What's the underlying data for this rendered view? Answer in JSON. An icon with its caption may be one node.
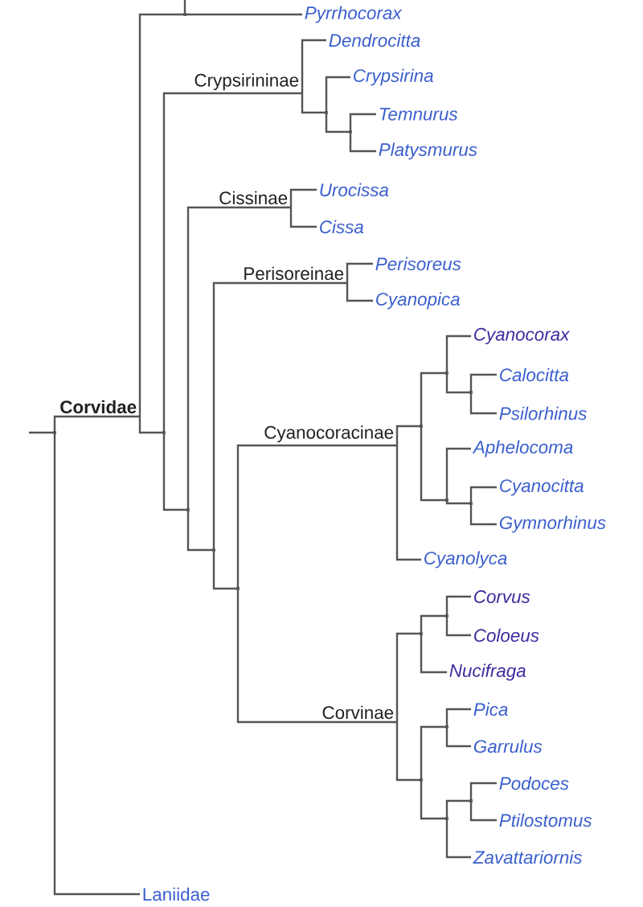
{
  "diagram": {
    "nodes": [
      {
        "text": [],
        "shape": "point"
      },
      {
        "text": [
          "Corvidae"
        ]
      },
      {
        "text": [],
        "shape": "point"
      },
      {
        "text": [
          "Pyrrhocorax"
        ]
      },
      {
        "text": [],
        "shape": "point"
      },
      {
        "text": [
          "Crypsirininae"
        ]
      },
      {
        "text": [
          "Dendrocitta"
        ]
      },
      {
        "text": [],
        "shape": "point"
      },
      {
        "text": [
          "Crypsirina"
        ]
      },
      {
        "text": [],
        "shape": "point"
      },
      {
        "text": [
          "Temnurus"
        ]
      },
      {
        "text": [
          "Platysmurus"
        ]
      },
      {
        "text": [],
        "shape": "point"
      },
      {
        "text": [
          "Cissinae"
        ]
      },
      {
        "text": [
          "Urocissa"
        ]
      },
      {
        "text": [
          "Cissa"
        ]
      },
      {
        "text": [],
        "shape": "point"
      },
      {
        "text": [
          "Perisoreinae"
        ]
      },
      {
        "text": [
          "Perisoreus"
        ]
      },
      {
        "text": [
          "Cyanopica"
        ]
      },
      {
        "text": [],
        "shape": "point"
      },
      {
        "text": [
          "Cyanocoracinae"
        ]
      },
      {
        "text": [],
        "shape": "point"
      },
      {
        "text": [],
        "shape": "point"
      },
      {
        "text": [
          "Cyanocorax"
        ]
      },
      {
        "text": [],
        "shape": "point"
      },
      {
        "text": [
          "Calocitta"
        ]
      },
      {
        "text": [
          "Psilorhinus"
        ]
      },
      {
        "text": [],
        "shape": "point"
      },
      {
        "text": [
          "Aphelocoma"
        ]
      },
      {
        "text": [],
        "shape": "point"
      },
      {
        "text": [
          "Cyanocitta"
        ]
      },
      {
        "text": [
          "Gymnorhinus"
        ]
      },
      {
        "text": [
          "Cyanolyca"
        ]
      },
      {
        "text": [
          "Corvinae"
        ]
      },
      {
        "text": [],
        "shape": "point"
      },
      {
        "text": [],
        "shape": "point"
      },
      {
        "text": [
          "Corvus"
        ]
      },
      {
        "text": [
          "Coloeus"
        ]
      },
      {
        "text": [
          "Nucifraga"
        ]
      },
      {
        "text": [],
        "shape": "point"
      },
      {
        "text": [],
        "shape": "point"
      },
      {
        "text": [
          "Pica"
        ]
      },
      {
        "text": [
          "Garrulus"
        ]
      },
      {
        "text": [],
        "shape": "point"
      },
      {
        "text": [],
        "shape": "point"
      },
      {
        "text": [
          "Podoces"
        ]
      },
      {
        "text": [
          "Ptilostomus"
        ]
      },
      {
        "text": [
          "Zavattariornis"
        ]
      },
      {
        "text": [
          "Laniidae"
        ]
      }
    ],
    "edges": [
      {
        "from": null,
        "to": 0,
        "arrow": "none"
      },
      {
        "from": 0,
        "to": 1,
        "arrow": "none"
      },
      {
        "from": 0,
        "to": 49,
        "arrow": "none"
      },
      {
        "from": 1,
        "to": 2,
        "arrow": "none"
      },
      {
        "from": 1,
        "to": 4,
        "arrow": "none"
      },
      {
        "from": 2,
        "to": null,
        "arrow": "none"
      },
      {
        "from": 2,
        "to": 3,
        "arrow": "none"
      },
      {
        "from": 4,
        "to": 5,
        "arrow": "none"
      },
      {
        "from": 4,
        "to": 12,
        "arrow": "none"
      },
      {
        "from": 5,
        "to": 6,
        "arrow": "none"
      },
      {
        "from": 5,
        "to": 7,
        "arrow": "none"
      },
      {
        "from": 7,
        "to": 8,
        "arrow": "none"
      },
      {
        "from": 7,
        "to": 9,
        "arrow": "none"
      },
      {
        "from": 9,
        "to": 10,
        "arrow": "none"
      },
      {
        "from": 9,
        "to": 11,
        "arrow": "none"
      },
      {
        "from": 12,
        "to": 13,
        "arrow": "none"
      },
      {
        "from": 12,
        "to": 16,
        "arrow": "none"
      },
      {
        "from": 13,
        "to": 14,
        "arrow": "none"
      },
      {
        "from": 13,
        "to": 15,
        "arrow": "none"
      },
      {
        "from": 16,
        "to": 17,
        "arrow": "none"
      },
      {
        "from": 16,
        "to": 20,
        "arrow": "none"
      },
      {
        "from": 17,
        "to": 18,
        "arrow": "none"
      },
      {
        "from": 17,
        "to": 19,
        "arrow": "none"
      },
      {
        "from": 20,
        "to": 21,
        "arrow": "none"
      },
      {
        "from": 20,
        "to": 34,
        "arrow": "none"
      },
      {
        "from": 21,
        "to": 22,
        "arrow": "none"
      },
      {
        "from": 21,
        "to": 33,
        "arrow": "none"
      },
      {
        "from": 22,
        "to": 23,
        "arrow": "none"
      },
      {
        "from": 22,
        "to": 28,
        "arrow": "none"
      },
      {
        "from": 23,
        "to": 24,
        "arrow": "none"
      },
      {
        "from": 23,
        "to": 25,
        "arrow": "none"
      },
      {
        "from": 25,
        "to": 26,
        "arrow": "none"
      },
      {
        "from": 25,
        "to": 27,
        "arrow": "none"
      },
      {
        "from": 28,
        "to": 29,
        "arrow": "none"
      },
      {
        "from": 28,
        "to": 30,
        "arrow": "none"
      },
      {
        "from": 30,
        "to": 31,
        "arrow": "none"
      },
      {
        "from": 30,
        "to": 32,
        "arrow": "none"
      },
      {
        "from": 34,
        "to": 35,
        "arrow": "none"
      },
      {
        "from": 34,
        "to": 40,
        "arrow": "none"
      },
      {
        "from": 35,
        "to": 36,
        "arrow": "none"
      },
      {
        "from": 35,
        "to": 39,
        "arrow": "none"
      },
      {
        "from": 36,
        "to": 37,
        "arrow": "none"
      },
      {
        "from": 36,
        "to": 38,
        "arrow": "none"
      },
      {
        "from": 40,
        "to": 41,
        "arrow": "none"
      },
      {
        "from": 40,
        "to": 44,
        "arrow": "none"
      },
      {
        "from": 41,
        "to": 42,
        "arrow": "none"
      },
      {
        "from": 41,
        "to": 43,
        "arrow": "none"
      },
      {
        "from": 44,
        "to": 45,
        "arrow": "none"
      },
      {
        "from": 44,
        "to": 48,
        "arrow": "none"
      },
      {
        "from": 45,
        "to": 46,
        "arrow": "none"
      },
      {
        "from": 45,
        "to": 47,
        "arrow": "none"
      }
    ]
  }
}
